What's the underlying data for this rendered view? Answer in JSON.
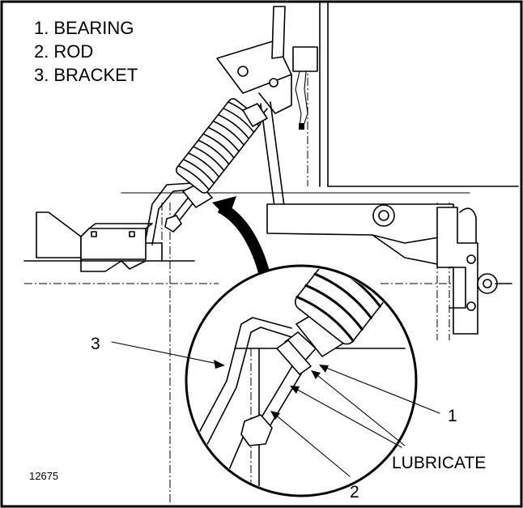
{
  "legend": {
    "items": [
      {
        "number": "1.",
        "label": "BEARING"
      },
      {
        "number": "2.",
        "label": "ROD"
      },
      {
        "number": "3.",
        "label": "BRACKET"
      }
    ]
  },
  "callouts": {
    "bearing": "1",
    "rod": "2",
    "bracket": "3",
    "lubricate": "LUBRICATE"
  },
  "figure_id": "12675"
}
